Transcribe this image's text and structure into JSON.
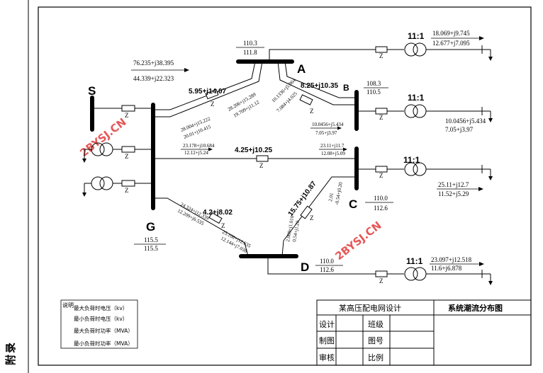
{
  "appendix": "附录",
  "watermark": "2BYSJ.CN",
  "buses": {
    "S": "S",
    "A": "A",
    "B": "B",
    "C": "C",
    "D": "D",
    "G": "G"
  },
  "impedance_symbol": "Z",
  "transformer_ratio": "11:1",
  "bus_voltages": {
    "A": [
      "110.3",
      "111.8"
    ],
    "B": [
      "108.3",
      "110.5"
    ],
    "C": [
      "110.0",
      "112.6"
    ],
    "D": [
      "110.0",
      "112.6"
    ],
    "G": [
      "115.5",
      "115.5"
    ]
  },
  "source_flows": [
    "76.235+j38.395",
    "44.339+j22.323"
  ],
  "line_impedances": {
    "G_A": "5.95+j14.07",
    "A_B": "8.25+j10.35",
    "G_C": "4.25+j10.25",
    "G_D": "4.2+j8.02",
    "D_C": "15.75+j10.87"
  },
  "line_flows": {
    "G_A_near": [
      "28.004+j15.222",
      "20.01+j10.415"
    ],
    "G_A_far": [
      "28.206+j15.289",
      "19.709+j11.12"
    ],
    "A_B_near": [
      "10.1336+j5.964",
      "7.084+j4.025"
    ],
    "A_B_far": [
      "10.0456+j5.434",
      "7.05+j3.97"
    ],
    "G_C_near": [
      "23.178+j10.684",
      "12.12+j5.24"
    ],
    "G_C_far": [
      "23.11+j11.7",
      "12.08+j5.09"
    ],
    "G_D_near": [
      "24.324+j12.339",
      "12.209+j6.535"
    ],
    "G_D_far": [
      "25.108+j12.635",
      "12.144+j7.038"
    ],
    "D_C_near": [
      "2.009+j1.010",
      "0.54+j1.20"
    ],
    "D_C_far": [
      "2.01",
      "-0.54+j0.20"
    ]
  },
  "load_flows": {
    "A": [
      "18.069+j9.745",
      "12.677+j7.095"
    ],
    "B": [
      "10.0456+j5.434",
      "7.05+j3.97"
    ],
    "C": [
      "25.11+j12.7",
      "11.52+j5.29"
    ],
    "D": [
      "23.097+j12.518",
      "11.6+j6.878"
    ]
  },
  "legend": {
    "label": "说明",
    "items": [
      "最大负荷时电压（kv）",
      "最小负荷时电压（kv）",
      "最大负荷时功率（MVA）",
      "最小负荷时功率（MVA）"
    ]
  },
  "title_block": {
    "project": "某高压配电网设计",
    "drawing": "系统潮流分布图",
    "design": "设计",
    "draft": "制图",
    "review": "审核",
    "class": "班级",
    "number": "图号",
    "scale": "比例"
  }
}
